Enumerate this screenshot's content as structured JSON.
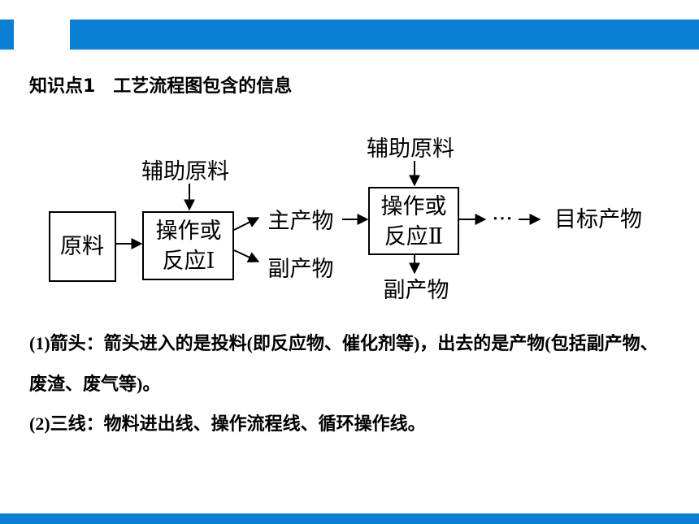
{
  "header": {
    "accent_color": "#0c7ed3"
  },
  "heading": {
    "title": "知识点1　工艺流程图包含的信息"
  },
  "flowchart": {
    "raw_material": "原料",
    "aux_material_1": "辅助原料",
    "op1_line1": "操作或",
    "op1_line2": "反应Ⅰ",
    "main_product": "主产物",
    "by_product_1": "副产物",
    "aux_material_2": "辅助原料",
    "op2_line1": "操作或",
    "op2_line2": "反应Ⅱ",
    "ellipsis": "···",
    "target_product": "目标产物",
    "by_product_2": "副产物"
  },
  "paragraphs": {
    "arrows": "(1)箭头：箭头进入的是投料(即反应物、催化剂等)，出去的是产物(包括副产物、废渣、废气等)。",
    "three_lines": "(2)三线：物料进出线、操作流程线、循环操作线。"
  }
}
